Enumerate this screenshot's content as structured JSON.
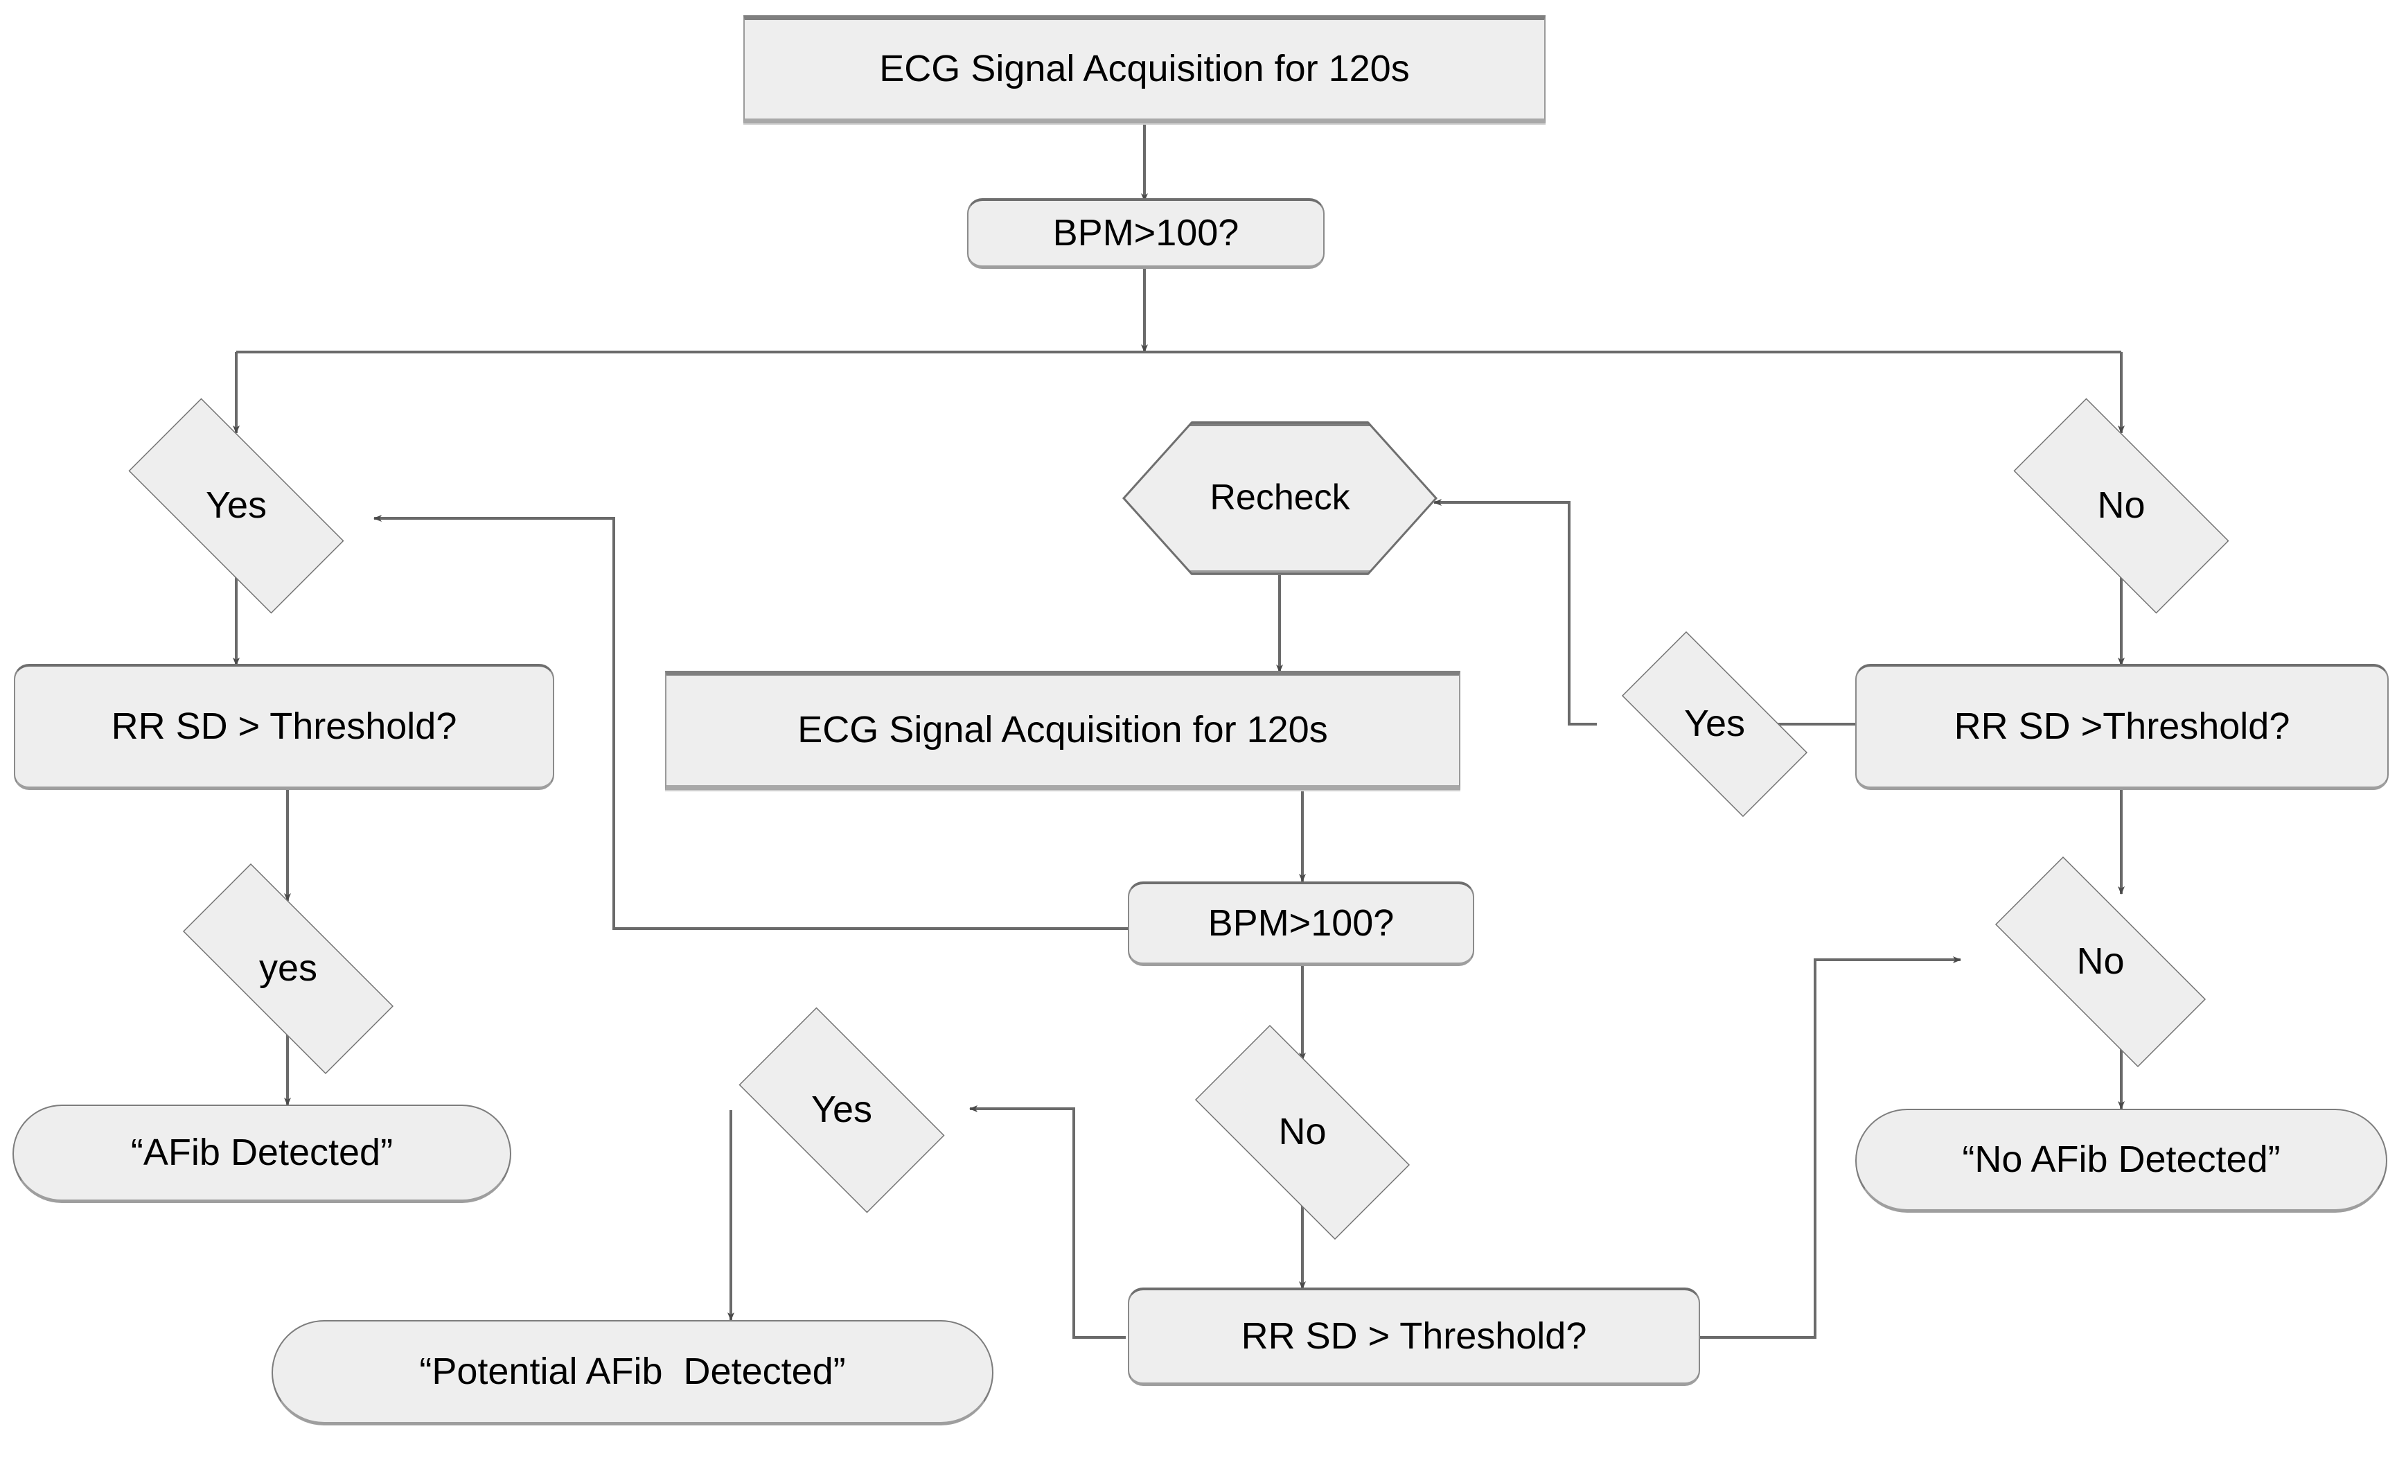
{
  "diagram": {
    "title": "AFib Detection Flowchart",
    "colors": {
      "shape_fill": "#eeeeee",
      "shape_border": "#7f7f7f",
      "edge": "#5a5a5a",
      "text": "#000000",
      "background": "#ffffff"
    },
    "nodes": [
      {
        "id": "ecg1",
        "label": "ECG Signal Acquisition for 120s",
        "shape": "rect"
      },
      {
        "id": "bpm1",
        "label": "BPM>100?",
        "shape": "round"
      },
      {
        "id": "yesL",
        "label": "Yes",
        "shape": "diamond"
      },
      {
        "id": "recheck",
        "label": "Recheck",
        "shape": "hexagon"
      },
      {
        "id": "noR",
        "label": "No",
        "shape": "diamond"
      },
      {
        "id": "rrsdL",
        "label": "RR SD > Threshold?",
        "shape": "round"
      },
      {
        "id": "ecg2",
        "label": "ECG Signal Acquisition for 120s",
        "shape": "rect"
      },
      {
        "id": "yesR",
        "label": "Yes",
        "shape": "diamond"
      },
      {
        "id": "rrsdR",
        "label": "RR SD >Threshold?",
        "shape": "round"
      },
      {
        "id": "yesLow",
        "label": "yes",
        "shape": "diamond"
      },
      {
        "id": "bpm2",
        "label": "BPM>100?",
        "shape": "round"
      },
      {
        "id": "noR2",
        "label": "No",
        "shape": "diamond"
      },
      {
        "id": "afib",
        "label": "“AFib Detected”",
        "shape": "stadium"
      },
      {
        "id": "yesC",
        "label": "Yes",
        "shape": "diamond"
      },
      {
        "id": "noC",
        "label": "No",
        "shape": "diamond"
      },
      {
        "id": "noafib",
        "label": "“No AFib Detected”",
        "shape": "stadium"
      },
      {
        "id": "potential",
        "label": "“Potential AFib  Detected”",
        "shape": "stadium"
      },
      {
        "id": "rrsdC",
        "label": "RR SD > Threshold?",
        "shape": "round"
      }
    ],
    "edges": [
      {
        "from": "ecg1",
        "to": "bpm1",
        "label": ""
      },
      {
        "from": "bpm1",
        "to": "yesL",
        "label": ""
      },
      {
        "from": "bpm1",
        "to": "recheck",
        "label": ""
      },
      {
        "from": "bpm1",
        "to": "noR",
        "label": ""
      },
      {
        "from": "yesL",
        "to": "rrsdL",
        "label": ""
      },
      {
        "from": "rrsdL",
        "to": "yesLow",
        "label": ""
      },
      {
        "from": "yesLow",
        "to": "afib",
        "label": ""
      },
      {
        "from": "recheck",
        "to": "ecg2",
        "label": ""
      },
      {
        "from": "ecg2",
        "to": "bpm2",
        "label": ""
      },
      {
        "from": "bpm2",
        "to": "yesL",
        "label": ""
      },
      {
        "from": "bpm2",
        "to": "noC",
        "label": ""
      },
      {
        "from": "noC",
        "to": "rrsdC",
        "label": ""
      },
      {
        "from": "rrsdC",
        "to": "yesC",
        "label": ""
      },
      {
        "from": "yesC",
        "to": "potential",
        "label": ""
      },
      {
        "from": "rrsdC",
        "to": "noR2",
        "label": ""
      },
      {
        "from": "noR",
        "to": "rrsdR",
        "label": ""
      },
      {
        "from": "rrsdR",
        "to": "yesR",
        "label": ""
      },
      {
        "from": "yesR",
        "to": "recheck",
        "label": ""
      },
      {
        "from": "rrsdR",
        "to": "noR2",
        "label": ""
      },
      {
        "from": "noR2",
        "to": "noafib",
        "label": ""
      }
    ]
  }
}
